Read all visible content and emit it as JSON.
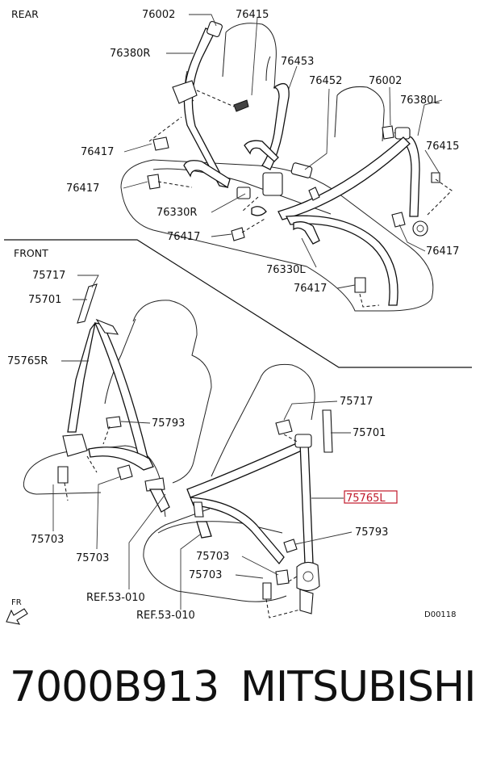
{
  "sections": {
    "rear": "REAR",
    "front": "FRONT"
  },
  "labels": {
    "p76002_a": "76002",
    "p76415_a": "76415",
    "p76380R": "76380R",
    "p76453": "76453",
    "p76452": "76452",
    "p76002_b": "76002",
    "p76380L": "76380L",
    "p76417_a": "76417",
    "p76415_b": "76415",
    "p76417_b": "76417",
    "p76330R": "76330R",
    "p76417_c": "76417",
    "p76417_d": "76417",
    "p76330L": "76330L",
    "p76417_e": "76417",
    "p75717_a": "75717",
    "p75701_a": "75701",
    "p75765R": "75765R",
    "p75793_a": "75793",
    "p75717_b": "75717",
    "p75701_b": "75701",
    "p75765L": "75765L",
    "p75793_b": "75793",
    "p75703_a": "75703",
    "p75703_b": "75703",
    "p75703_c": "75703",
    "p75703_d": "75703",
    "ref_a": "REF.53-010",
    "ref_b": "REF.53-010",
    "fr": "FR",
    "diagram_code": "D00118"
  },
  "caption": {
    "part_number": "7000B913",
    "brand": "MITSUBISHI"
  },
  "colors": {
    "highlight": "#c0182a",
    "ink": "#111111"
  },
  "icons": {
    "fr_arrow": "arrow-down-left-icon"
  }
}
